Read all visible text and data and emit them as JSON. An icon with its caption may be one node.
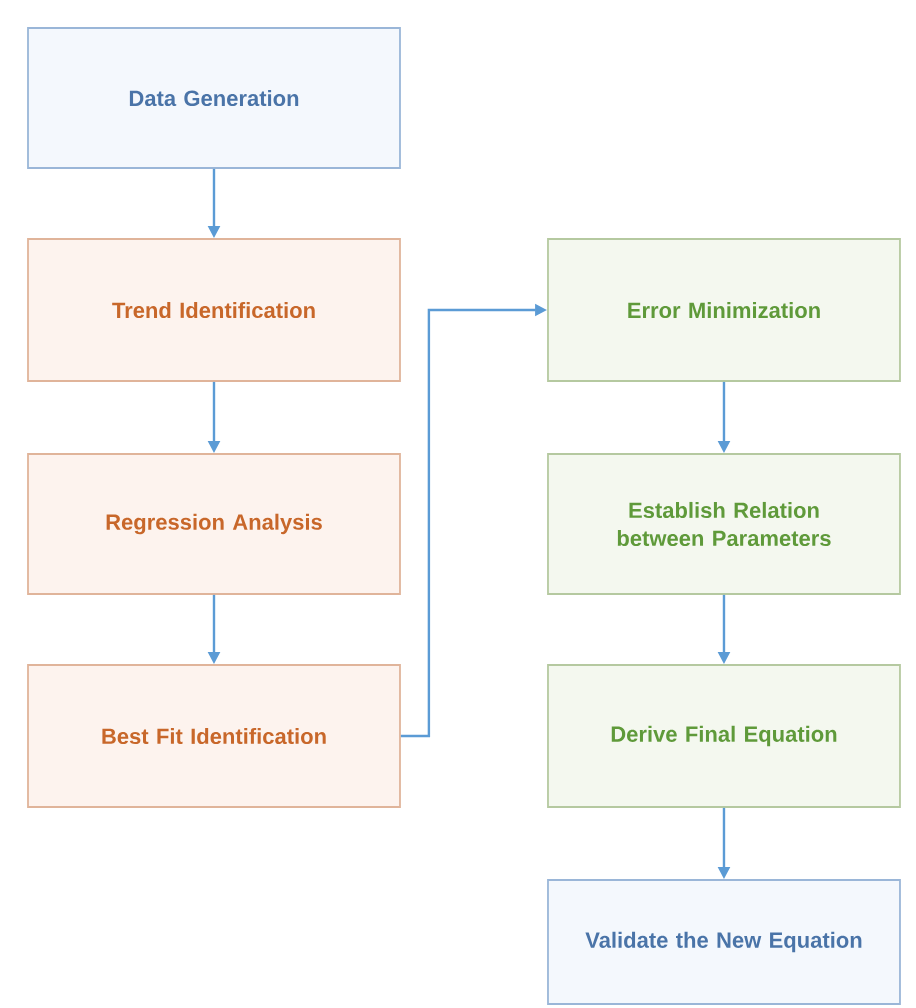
{
  "diagram": {
    "nodes": [
      {
        "text": [
          "Data Generation"
        ]
      },
      {
        "text": [
          "Trend Identification"
        ]
      },
      {
        "text": [
          "Regression Analysis"
        ]
      },
      {
        "text": [
          "Best Fit Identification"
        ]
      },
      {
        "text": [
          "Error Minimization"
        ]
      },
      {
        "text": [
          "Establish Relation between Parameters"
        ]
      },
      {
        "text": [
          "Derive Final Equation"
        ]
      },
      {
        "text": [
          "Validate the New Equation"
        ]
      }
    ],
    "edges": [
      {
        "from": 0,
        "to": 1,
        "arrow": "to"
      },
      {
        "from": 1,
        "to": 2,
        "arrow": "to"
      },
      {
        "from": 2,
        "to": 3,
        "arrow": "to"
      },
      {
        "from": 3,
        "to": 4,
        "arrow": "to"
      },
      {
        "from": 4,
        "to": 5,
        "arrow": "to"
      },
      {
        "from": 5,
        "to": 6,
        "arrow": "to"
      },
      {
        "from": 6,
        "to": 7,
        "arrow": "to"
      }
    ]
  }
}
